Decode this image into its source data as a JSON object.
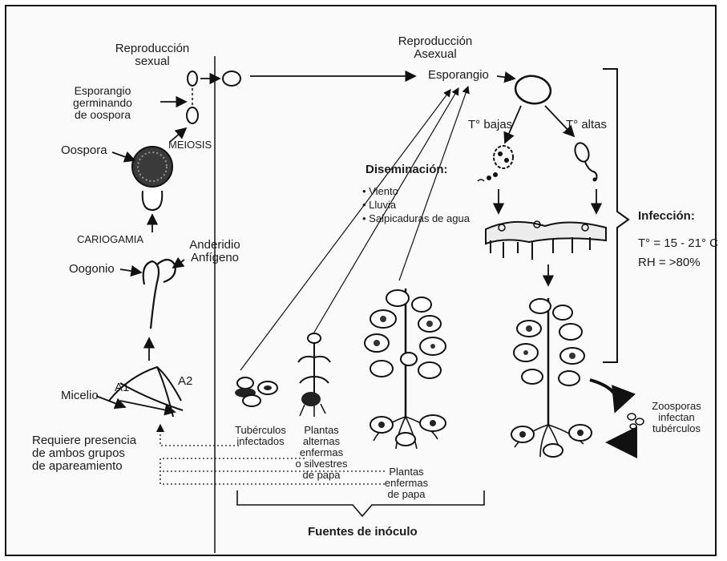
{
  "sexual": {
    "title": "Reproducción\nsexual",
    "sporangium_germinating": "Esporangio\ngerminando\nde oospora",
    "meiosis": "MEIOSIS",
    "oospore": "Oospora",
    "karyogamy": "CARIOGAMIA",
    "antheridium": "Anderidio\nAnfígeno",
    "oogonium": "Oogonio",
    "mycelium": "Micelio",
    "a1": "A1",
    "a2": "A2",
    "requirement": "Requiere presencia\nde ambos grupos\nde apareamiento"
  },
  "asexual": {
    "title": "Reproducción\nAsexual",
    "sporangium": "Esporangio",
    "low_temp": "T° bajas",
    "high_temp": "T° altas",
    "dissemination_title": "Diseminación:",
    "dissemination_items": [
      "Viento",
      "Lluvia",
      "Salpicaduras de agua"
    ],
    "zoospores": "Zoosporas\ninfectan\ntubérculos"
  },
  "infection": {
    "title": "Infección:",
    "temperature": "T° = 15 - 21° C",
    "humidity": "RH = >80%"
  },
  "sources": {
    "infected_tubers": "Tubérculos\ninfectados",
    "alternate_plants": "Plantas\nalternas\nenfermas\no silvestres\nde papa",
    "diseased_potato_plants": "Plantas\nenfermas\nde papa",
    "title": "Fuentes de inóculo"
  }
}
